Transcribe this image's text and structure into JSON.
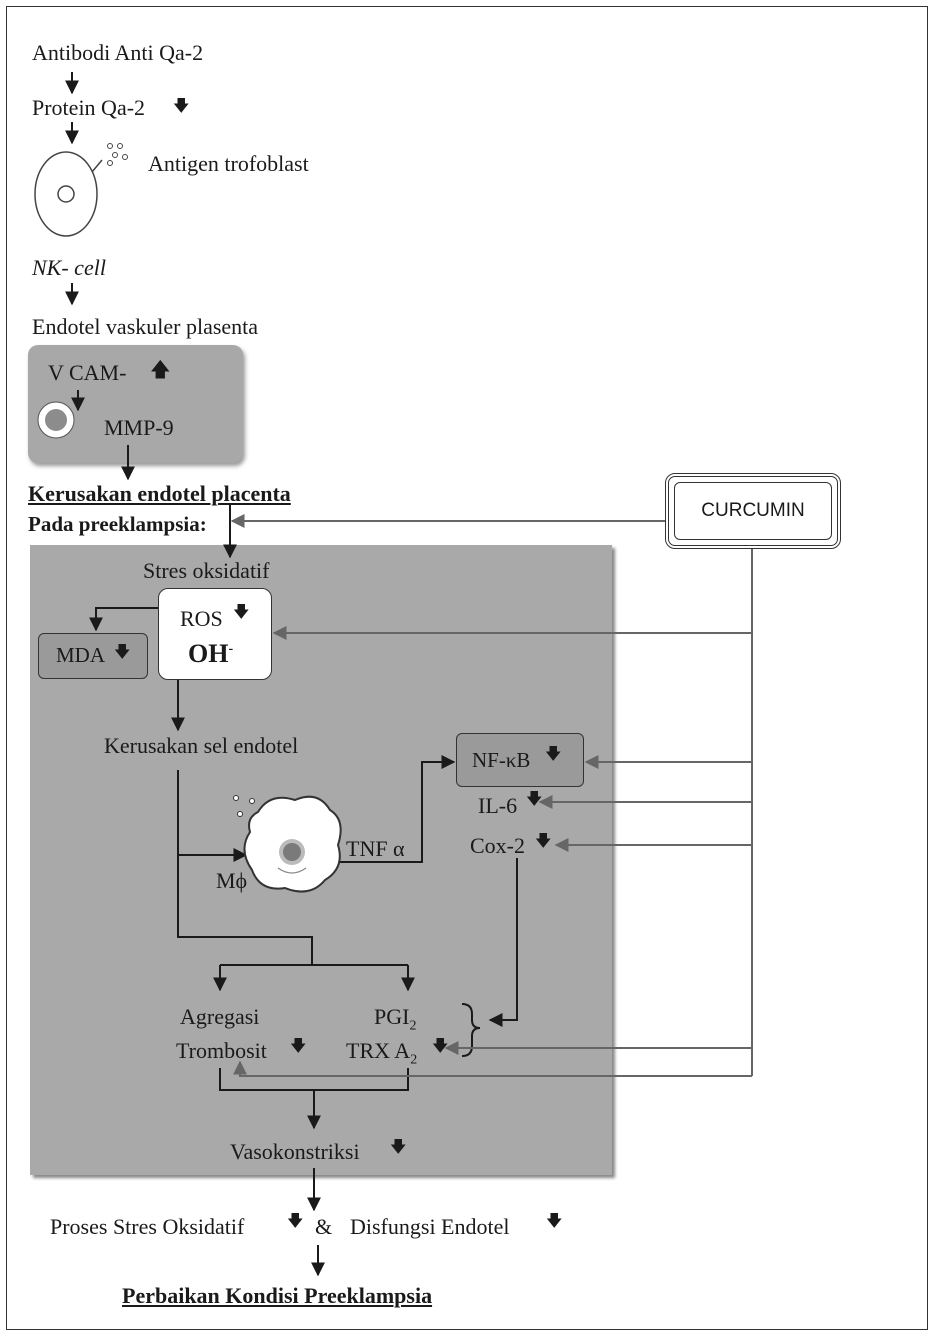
{
  "top": {
    "antibody": "Antibodi Anti Qa-2",
    "protein": "Protein Qa-2",
    "antigen": "Antigen trofoblast",
    "nk_cell": "NK- cell",
    "endotel_vaskuler": "Endotel vaskuler plasenta"
  },
  "vcam_box": {
    "vcam": "V CAM-",
    "mmp9": "MMP-9"
  },
  "damage": {
    "heading": "Kerusakan endotel placenta",
    "preeclampsia": "Pada preeklampsia:"
  },
  "curcumin": {
    "label": "CURCUMIN"
  },
  "inner": {
    "stres_oksidatif": "Stres oksidatif",
    "ros": "ROS",
    "oh": "OH",
    "oh_sup": "-",
    "mda": "MDA",
    "kerusakan_sel": "Kerusakan sel endotel",
    "nfkb": "NF-κB",
    "il6": "IL-6",
    "cox2": "Cox-2",
    "tnf": "TNF α",
    "macrophage": "Mϕ",
    "agregasi": "Agregasi",
    "trombosit": "Trombosit",
    "pgi": "PGI",
    "pgi_sub": "2",
    "trx": "TRX A",
    "trx_sub": "2",
    "vasokonstriksi": "Vasokonstriksi"
  },
  "bottom": {
    "proses_stres": "Proses Stres Oksidatif",
    "amp": "&",
    "disfungsi": "Disfungsi Endotel",
    "perbaikan": "Perbaikan Kondisi Preeklampsia"
  },
  "icons": {
    "down_arrow": "down-arrow-icon",
    "up_arrow": "up-arrow-icon"
  }
}
